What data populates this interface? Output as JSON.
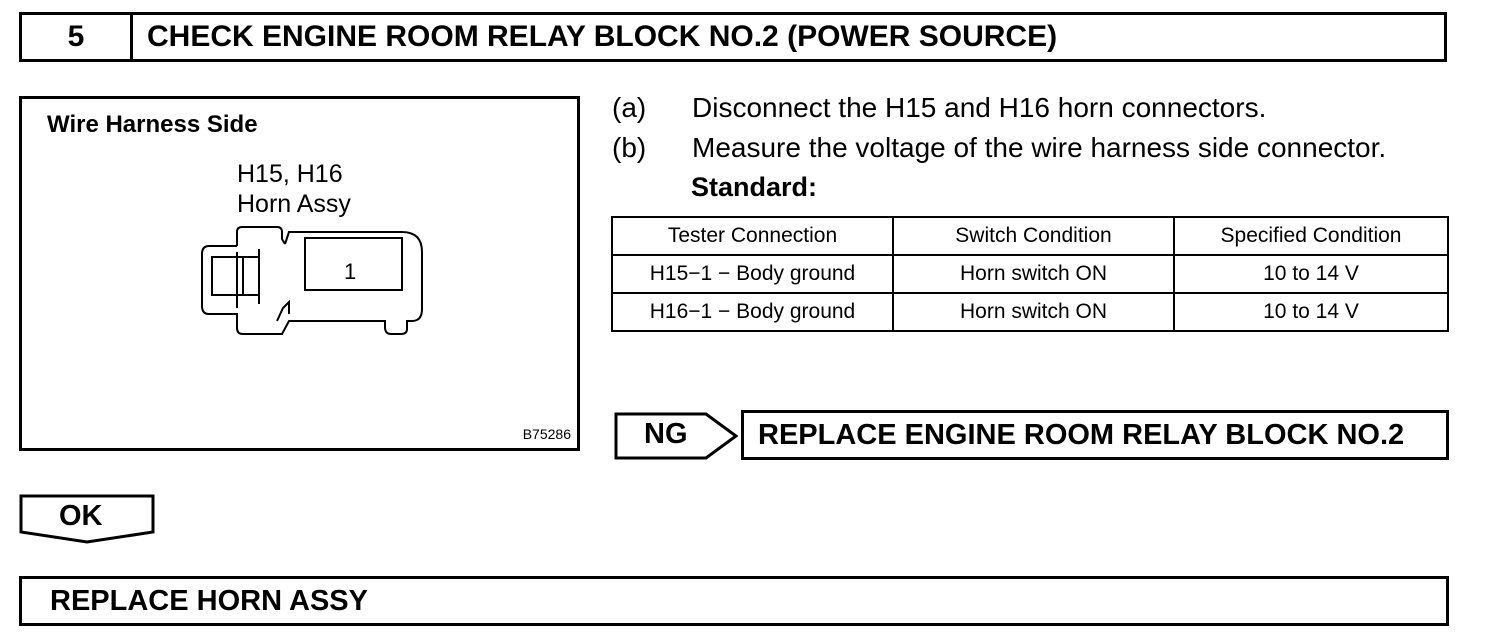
{
  "step": {
    "number": "5",
    "title": "CHECK ENGINE ROOM RELAY BLOCK NO.2 (POWER SOURCE)"
  },
  "illustration": {
    "title": "Wire Harness Side",
    "connector_line1": "H15, H16",
    "connector_line2": "Horn Assy",
    "terminal": "1",
    "figure_code": "B75286"
  },
  "instructions": [
    {
      "label": "(a)",
      "text": "Disconnect the H15 and H16 horn connectors."
    },
    {
      "label": "(b)",
      "text": "Measure the voltage of the wire harness side connector."
    }
  ],
  "standard_label": "Standard:",
  "spec_table": {
    "headers": [
      "Tester Connection",
      "Switch Condition",
      "Specified Condition"
    ],
    "rows": [
      [
        "H15−1 − Body ground",
        "Horn switch ON",
        "10 to 14 V"
      ],
      [
        "H16−1 − Body ground",
        "Horn switch ON",
        "10 to 14 V"
      ]
    ]
  },
  "ng": {
    "label": "NG",
    "action": "REPLACE ENGINE ROOM RELAY BLOCK NO.2"
  },
  "ok": {
    "label": "OK",
    "action": "REPLACE HORN ASSY"
  }
}
